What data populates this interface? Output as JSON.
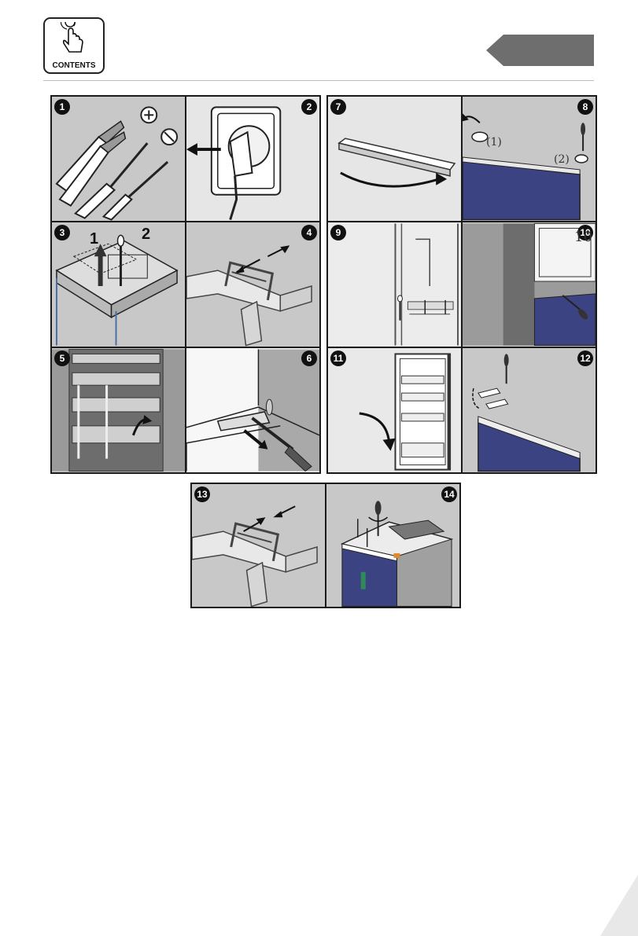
{
  "header": {
    "contents_label": "CONTENTS",
    "hand_icon": "pointing-hand-icon",
    "nav_tab_color": "#6e6e6e"
  },
  "steps": {
    "s1": "1",
    "s2": "2",
    "s3": "3",
    "s4": "4",
    "s5": "5",
    "s6": "6",
    "s7": "7",
    "s8": "8",
    "s9": "9",
    "s10": "10",
    "s11": "11",
    "s12": "12",
    "s13": "13",
    "s14": "14"
  },
  "annotations": {
    "step3_label_1": "1",
    "step3_label_2": "2",
    "step8_label_1": "(1)",
    "step8_label_2": "(2)",
    "step10_label": "10"
  },
  "colors": {
    "door_blue": "#3b4383",
    "panel_gray": "#c8c8c8",
    "frame_dark": "#1a1a1a"
  }
}
